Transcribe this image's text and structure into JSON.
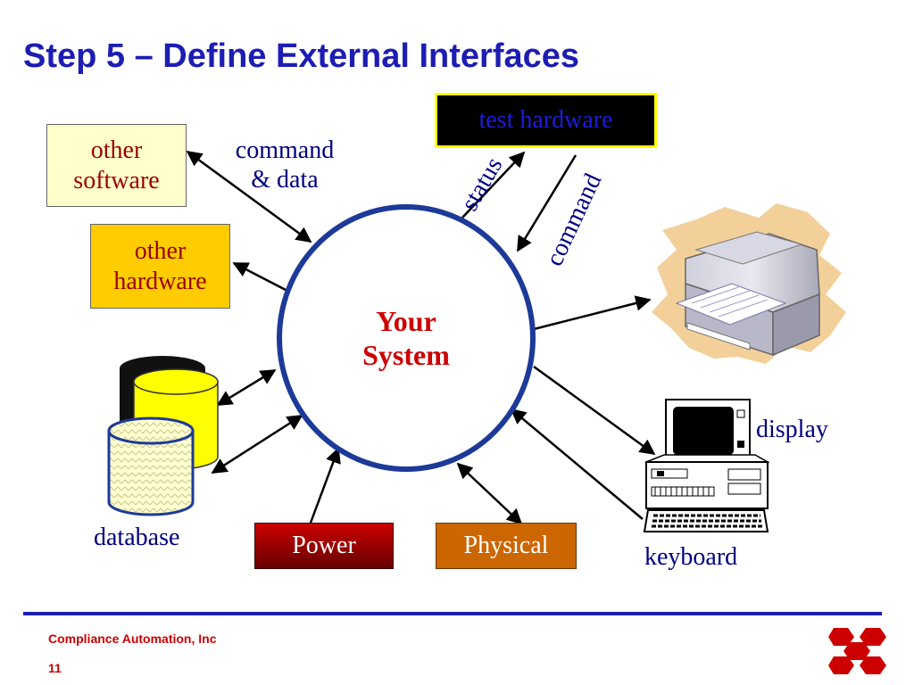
{
  "slide": {
    "title": "Step 5 – Define External Interfaces",
    "center": {
      "line1": "Your",
      "line2": "System"
    },
    "boxes": {
      "other_software": {
        "line1": "other",
        "line2": "software"
      },
      "other_hardware": {
        "line1": "other",
        "line2": "hardware"
      },
      "test_hardware": "test hardware",
      "power": "Power",
      "physical": "Physical"
    },
    "labels": {
      "command_data_line1": "command",
      "command_data_line2": "& data",
      "status": "status",
      "command": "command",
      "database": "database",
      "display": "display",
      "keyboard": "keyboard"
    },
    "icons": [
      "printer-icon",
      "database-icon",
      "computer-icon"
    ],
    "colors": {
      "title": "#1d1db3",
      "circle": "#1d3a99",
      "box_text": "#990000",
      "label_text": "#000080",
      "center_text": "#cc0000"
    }
  },
  "footer": {
    "company": "Compliance Automation, Inc",
    "page": "11"
  }
}
